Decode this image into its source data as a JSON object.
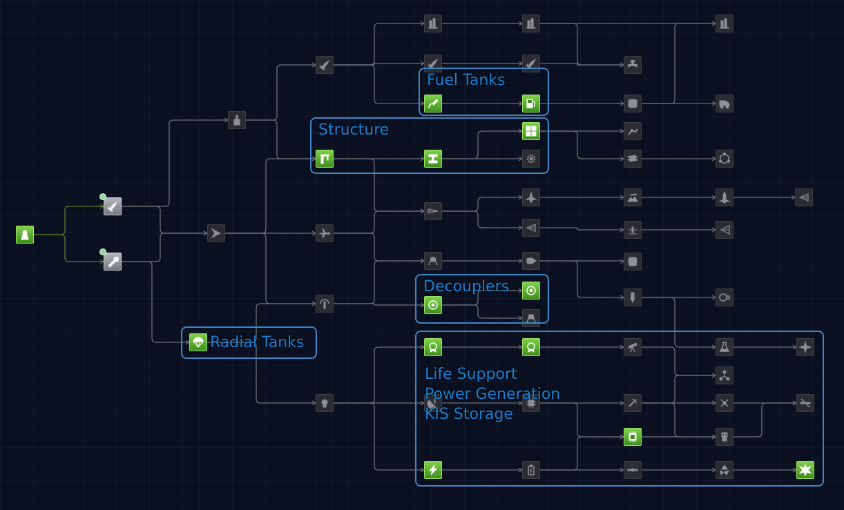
{
  "groups": {
    "fuel_tanks": "Fuel Tanks",
    "structure": "Structure",
    "decouplers": "Decouplers",
    "radial_tanks": "Radial Tanks",
    "life_support": "Life Support",
    "power_generation": "Power Generation",
    "kis_storage": "KIS Storage"
  },
  "nodes": [
    {
      "id": "start",
      "state": "unlocked",
      "icon": "pod-icon"
    },
    {
      "id": "basic-rocketry",
      "state": "available",
      "icon": "rocket-icon"
    },
    {
      "id": "engineering",
      "state": "available",
      "icon": "wrench-icon"
    },
    {
      "id": "general-rocketry",
      "state": "locked",
      "icon": "rocket-stack-icon"
    },
    {
      "id": "stability",
      "state": "locked",
      "icon": "fin-icon"
    },
    {
      "id": "survivability",
      "state": "unlocked",
      "icon": "parachute-icon"
    },
    {
      "id": "advanced-rocketry",
      "state": "locked",
      "icon": "rocket-icon"
    },
    {
      "id": "general-construction",
      "state": "unlocked",
      "icon": "crane-icon"
    },
    {
      "id": "aviation",
      "state": "locked",
      "icon": "plane-icon"
    },
    {
      "id": "flight-control",
      "state": "locked",
      "icon": "antenna-icon"
    },
    {
      "id": "basic-science",
      "state": "locked",
      "icon": "bulb-icon"
    },
    {
      "id": "heavy-rocketry",
      "state": "locked",
      "icon": "tower-icon"
    },
    {
      "id": "propulsion-systems",
      "state": "locked",
      "icon": "rocket-icon"
    },
    {
      "id": "fuel-systems",
      "state": "unlocked",
      "icon": "fuel-hose-icon"
    },
    {
      "id": "adv-construction",
      "state": "unlocked",
      "icon": "girder-icon"
    },
    {
      "id": "aerodynamics",
      "state": "locked",
      "icon": "wing-icon"
    },
    {
      "id": "landing",
      "state": "locked",
      "icon": "lander-icon"
    },
    {
      "id": "adv-flight-control",
      "state": "unlocked",
      "icon": "gyro-icon"
    },
    {
      "id": "electrics",
      "state": "unlocked",
      "icon": "medal-icon"
    },
    {
      "id": "space-exploration",
      "state": "locked",
      "icon": "dish-icon"
    },
    {
      "id": "basic-power",
      "state": "unlocked",
      "icon": "lightning-icon"
    },
    {
      "id": "very-heavy-rocketry",
      "state": "locked",
      "icon": "tower-icon"
    },
    {
      "id": "heavier-rocketry",
      "state": "locked",
      "icon": "rocket-icon"
    },
    {
      "id": "adv-fuel-systems",
      "state": "unlocked",
      "icon": "fuel-pump-icon"
    },
    {
      "id": "specialized-construction",
      "state": "unlocked",
      "icon": "grid-icon"
    },
    {
      "id": "miniaturization",
      "state": "locked",
      "icon": "gear-icon"
    },
    {
      "id": "supersonic-flight",
      "state": "locked",
      "icon": "jet-icon"
    },
    {
      "id": "hypersonic",
      "state": "locked",
      "icon": "intake-icon"
    },
    {
      "id": "command-modules",
      "state": "locked",
      "icon": "capsule-icon"
    },
    {
      "id": "specialized-control",
      "state": "unlocked",
      "icon": "gyro-icon"
    },
    {
      "id": "landing-legs",
      "state": "locked",
      "icon": "lander-icon"
    },
    {
      "id": "adv-electrics",
      "state": "unlocked",
      "icon": "medal-icon"
    },
    {
      "id": "electronics",
      "state": "locked",
      "icon": "circuit-icon"
    },
    {
      "id": "high-power-electrics",
      "state": "locked",
      "icon": "battery-icon"
    },
    {
      "id": "nuclear-propulsion",
      "state": "locked",
      "icon": "radiation-icon"
    },
    {
      "id": "large-volume",
      "state": "locked",
      "icon": "tank-icon"
    },
    {
      "id": "adv-metalworks",
      "state": "locked",
      "icon": "arm-icon"
    },
    {
      "id": "composites",
      "state": "locked",
      "icon": "plates-icon"
    },
    {
      "id": "adv-aerodynamics",
      "state": "locked",
      "icon": "mountain-plane-icon"
    },
    {
      "id": "high-altitude",
      "state": "locked",
      "icon": "sky-plane-icon"
    },
    {
      "id": "precision-engineering",
      "state": "locked",
      "icon": "cylinder-icon"
    },
    {
      "id": "field-science",
      "state": "locked",
      "icon": "drill-icon"
    },
    {
      "id": "adv-exploration",
      "state": "locked",
      "icon": "telescope-icon"
    },
    {
      "id": "adv-unmanned",
      "state": "locked",
      "icon": "comm-icon"
    },
    {
      "id": "unmanned-tech",
      "state": "locked",
      "icon": "cpu-icon"
    },
    {
      "id": "large-electrics",
      "state": "unlocked",
      "icon": "cpu-icon"
    },
    {
      "id": "specialized-electrics",
      "state": "locked",
      "icon": "solar-icon"
    },
    {
      "id": "ultra-heavy-rocketry",
      "state": "locked",
      "icon": "tower-icon"
    },
    {
      "id": "nanolathing",
      "state": "locked",
      "icon": "truck-icon"
    },
    {
      "id": "meta-materials",
      "state": "locked",
      "icon": "hex-icon"
    },
    {
      "id": "hypersonic-flight",
      "state": "locked",
      "icon": "shuttle-icon"
    },
    {
      "id": "aerospace-tech",
      "state": "locked",
      "icon": "scoop-icon"
    },
    {
      "id": "ion-propulsion",
      "state": "locked",
      "icon": "turbine-icon"
    },
    {
      "id": "adv-science",
      "state": "locked",
      "icon": "flask-icon"
    },
    {
      "id": "automation",
      "state": "locked",
      "icon": "network-icon"
    },
    {
      "id": "adv-landing",
      "state": "locked",
      "icon": "satellite-icon"
    },
    {
      "id": "ai",
      "state": "locked",
      "icon": "robot-icon"
    },
    {
      "id": "nuclear-power",
      "state": "locked",
      "icon": "recycle-icon"
    },
    {
      "id": "experimental-aero",
      "state": "locked",
      "icon": "intake-icon"
    },
    {
      "id": "experimental-science",
      "state": "locked",
      "icon": "star-icon"
    },
    {
      "id": "experimental-electrics",
      "state": "locked",
      "icon": "solar-off-icon"
    },
    {
      "id": "experimental-power",
      "state": "unlocked",
      "icon": "burst-icon"
    }
  ]
}
